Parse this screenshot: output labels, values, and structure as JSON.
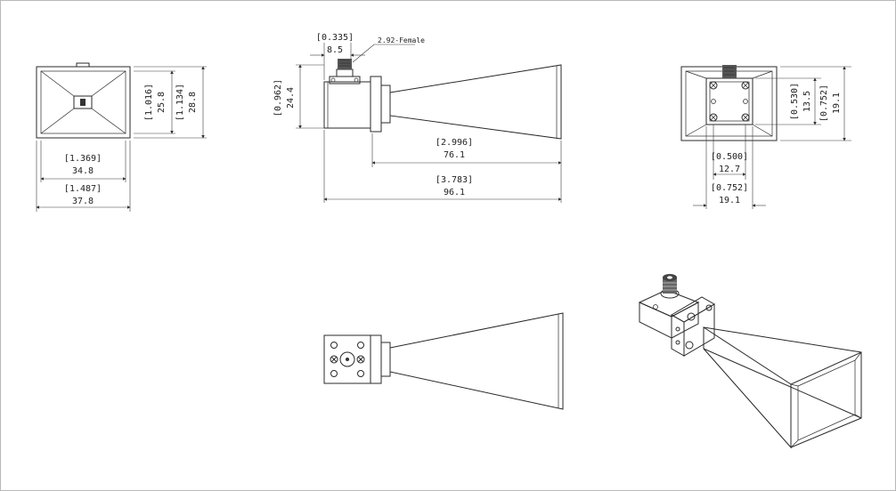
{
  "dims": {
    "front_width_in": "[1.369]",
    "front_width_mm": "34.8",
    "front_flange_in": "[1.487]",
    "front_flange_mm": "37.8",
    "front_h1_in": "[1.016]",
    "front_h1_mm": "25.8",
    "front_h2_in": "[1.134]",
    "front_h2_mm": "28.8",
    "side_conn_in": "[0.335]",
    "side_conn_mm": "8.5",
    "connector_label": "2.92-Female",
    "side_height_in": "[0.962]",
    "side_height_mm": "24.4",
    "horn_len_in": "[2.996]",
    "horn_len_mm": "76.1",
    "total_len_in": "[3.783]",
    "total_len_mm": "96.1",
    "back_h1_in": "[0.530]",
    "back_h1_mm": "13.5",
    "back_h2_in": "[0.752]",
    "back_h2_mm": "19.1",
    "back_w1_in": "[0.500]",
    "back_w1_mm": "12.7",
    "back_w2_in": "[0.752]",
    "back_w2_mm": "19.1"
  },
  "colors": {
    "line": "#2a2a2a",
    "background": "#ffffff",
    "frame": "#b8b8b8"
  }
}
